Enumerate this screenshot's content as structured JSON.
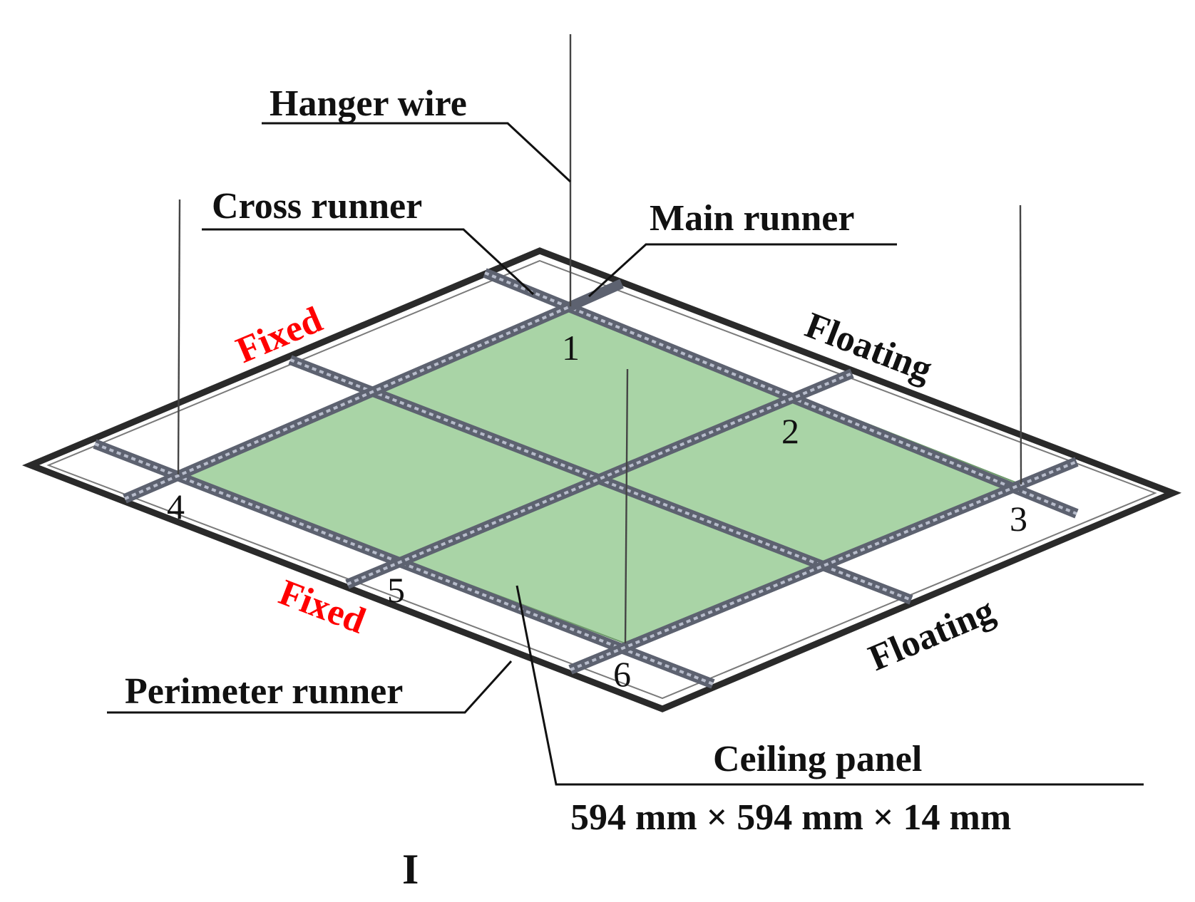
{
  "labels": {
    "hanger_wire": "Hanger wire",
    "cross_runner": "Cross runner",
    "main_runner": "Main runner",
    "perimeter_runner": "Perimeter runner",
    "ceiling_panel": "Ceiling panel",
    "panel_dimensions": "594 mm × 594 mm × 14 mm",
    "figure_label": "I"
  },
  "boundary_conditions": {
    "fixed_top": "Fixed",
    "fixed_bottom": "Fixed",
    "floating_top": "Floating",
    "floating_bottom": "Floating"
  },
  "points": [
    "1",
    "2",
    "3",
    "4",
    "5",
    "6"
  ],
  "colors": {
    "panel_fill": "#a9d4a6",
    "fixed_text": "#ff0000",
    "frame": "#2a2a2a",
    "runner": "#5d6270"
  }
}
